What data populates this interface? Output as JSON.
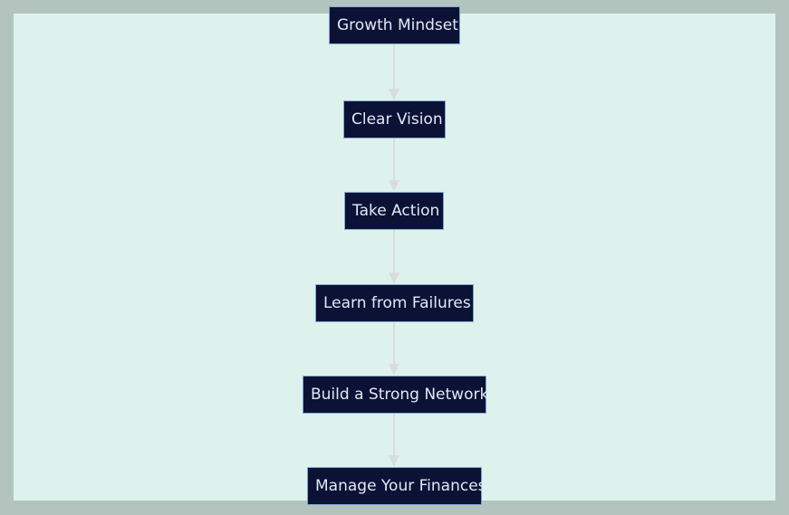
{
  "diagram": {
    "nodes": [
      {
        "id": "growth-mindset",
        "label": "Growth Mindset"
      },
      {
        "id": "clear-vision",
        "label": "Clear Vision"
      },
      {
        "id": "take-action",
        "label": "Take Action"
      },
      {
        "id": "learn-from-failures",
        "label": "Learn from Failures"
      },
      {
        "id": "build-network",
        "label": "Build a Strong Network"
      },
      {
        "id": "manage-finances",
        "label": "Manage Your Finances"
      }
    ],
    "edges": [
      {
        "from": "growth-mindset",
        "to": "clear-vision"
      },
      {
        "from": "clear-vision",
        "to": "take-action"
      },
      {
        "from": "take-action",
        "to": "learn-from-failures"
      },
      {
        "from": "learn-from-failures",
        "to": "build-network"
      },
      {
        "from": "build-network",
        "to": "manage-finances"
      }
    ],
    "colors": {
      "frame": "#b3c4be",
      "canvas": "#ddf2ec",
      "node_fill": "#0b1236",
      "node_border": "#7fa7d0",
      "node_text": "#e3e8f4",
      "edge": "#d8dcdc"
    }
  }
}
